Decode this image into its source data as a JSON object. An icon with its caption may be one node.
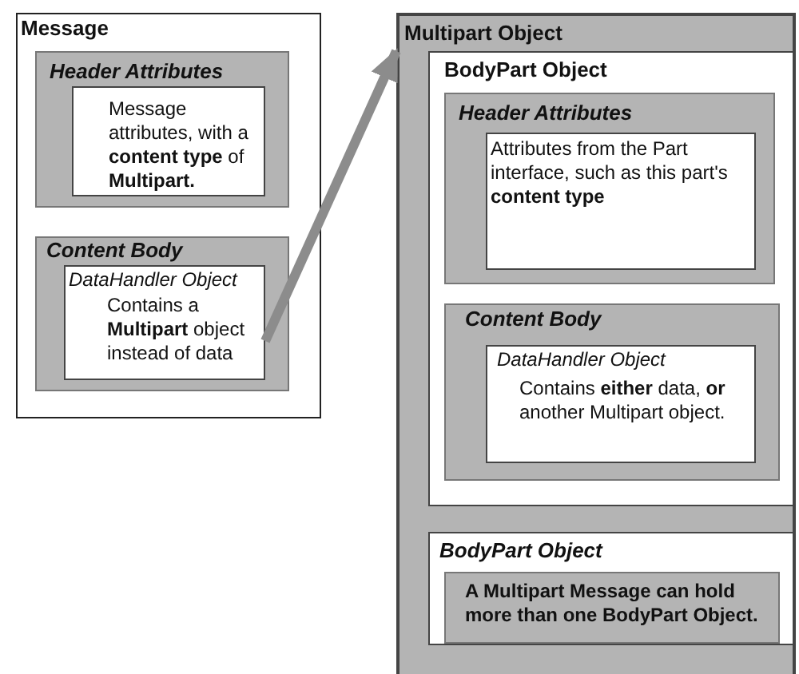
{
  "diagram": {
    "nodes": [
      {
        "text": [
          "Message"
        ]
      },
      {
        "text": [
          "Header Attributes"
        ],
        "in": 0
      },
      {
        "text": [
          "Message attributes, with a **content type** of **Multipart.**"
        ],
        "in": 1
      },
      {
        "text": [
          "Content Body"
        ],
        "in": 0
      },
      {
        "text": [
          "DataHandler Object",
          "Contains a **Multipart** object instead of data"
        ],
        "in": 3
      },
      {
        "text": [
          "Multipart Object"
        ]
      },
      {
        "text": [
          "BodyPart Object"
        ],
        "in": 5
      },
      {
        "text": [
          "Header Attributes"
        ],
        "in": 6
      },
      {
        "text": [
          "Attributes from the Part interface, such as this part's **content type**"
        ],
        "in": 7
      },
      {
        "text": [
          "Content Body"
        ],
        "in": 6
      },
      {
        "text": [
          "DataHandler Object",
          "Contains **either** data, **or** another Multipart object."
        ],
        "in": 9
      },
      {
        "text": [
          "BodyPart Object"
        ],
        "in": 5
      },
      {
        "text": [
          "A Multipart Message can hold more than one BodyPart Object."
        ],
        "in": 11
      }
    ],
    "edges": [
      {
        "from": 4,
        "to": 5,
        "arrow": "to",
        "color": "#8c8c8c"
      }
    ]
  }
}
